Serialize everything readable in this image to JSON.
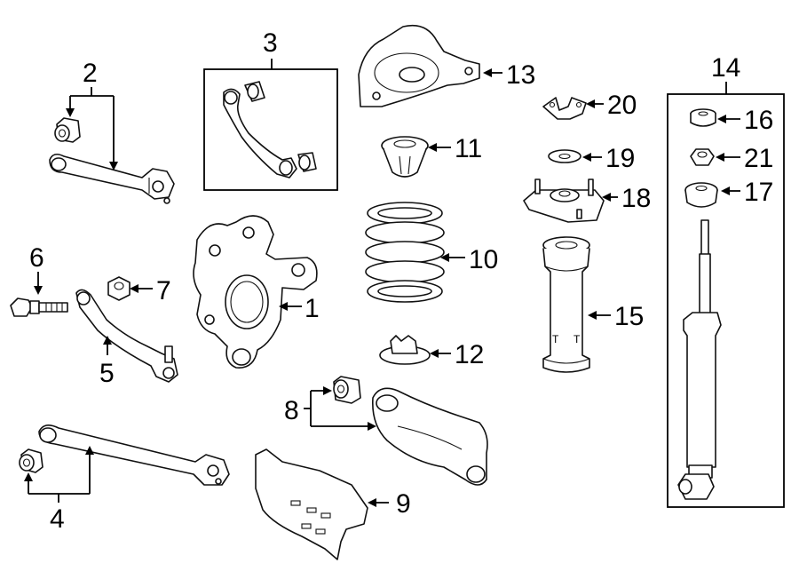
{
  "diagram": {
    "callouts": {
      "c1": "1",
      "c2": "2",
      "c3": "3",
      "c4": "4",
      "c5": "5",
      "c6": "6",
      "c7": "7",
      "c8": "8",
      "c9": "9",
      "c10": "10",
      "c11": "11",
      "c12": "12",
      "c13": "13",
      "c14": "14",
      "c15": "15",
      "c16": "16",
      "c17": "17",
      "c18": "18",
      "c19": "19",
      "c20": "20",
      "c21": "21"
    }
  }
}
